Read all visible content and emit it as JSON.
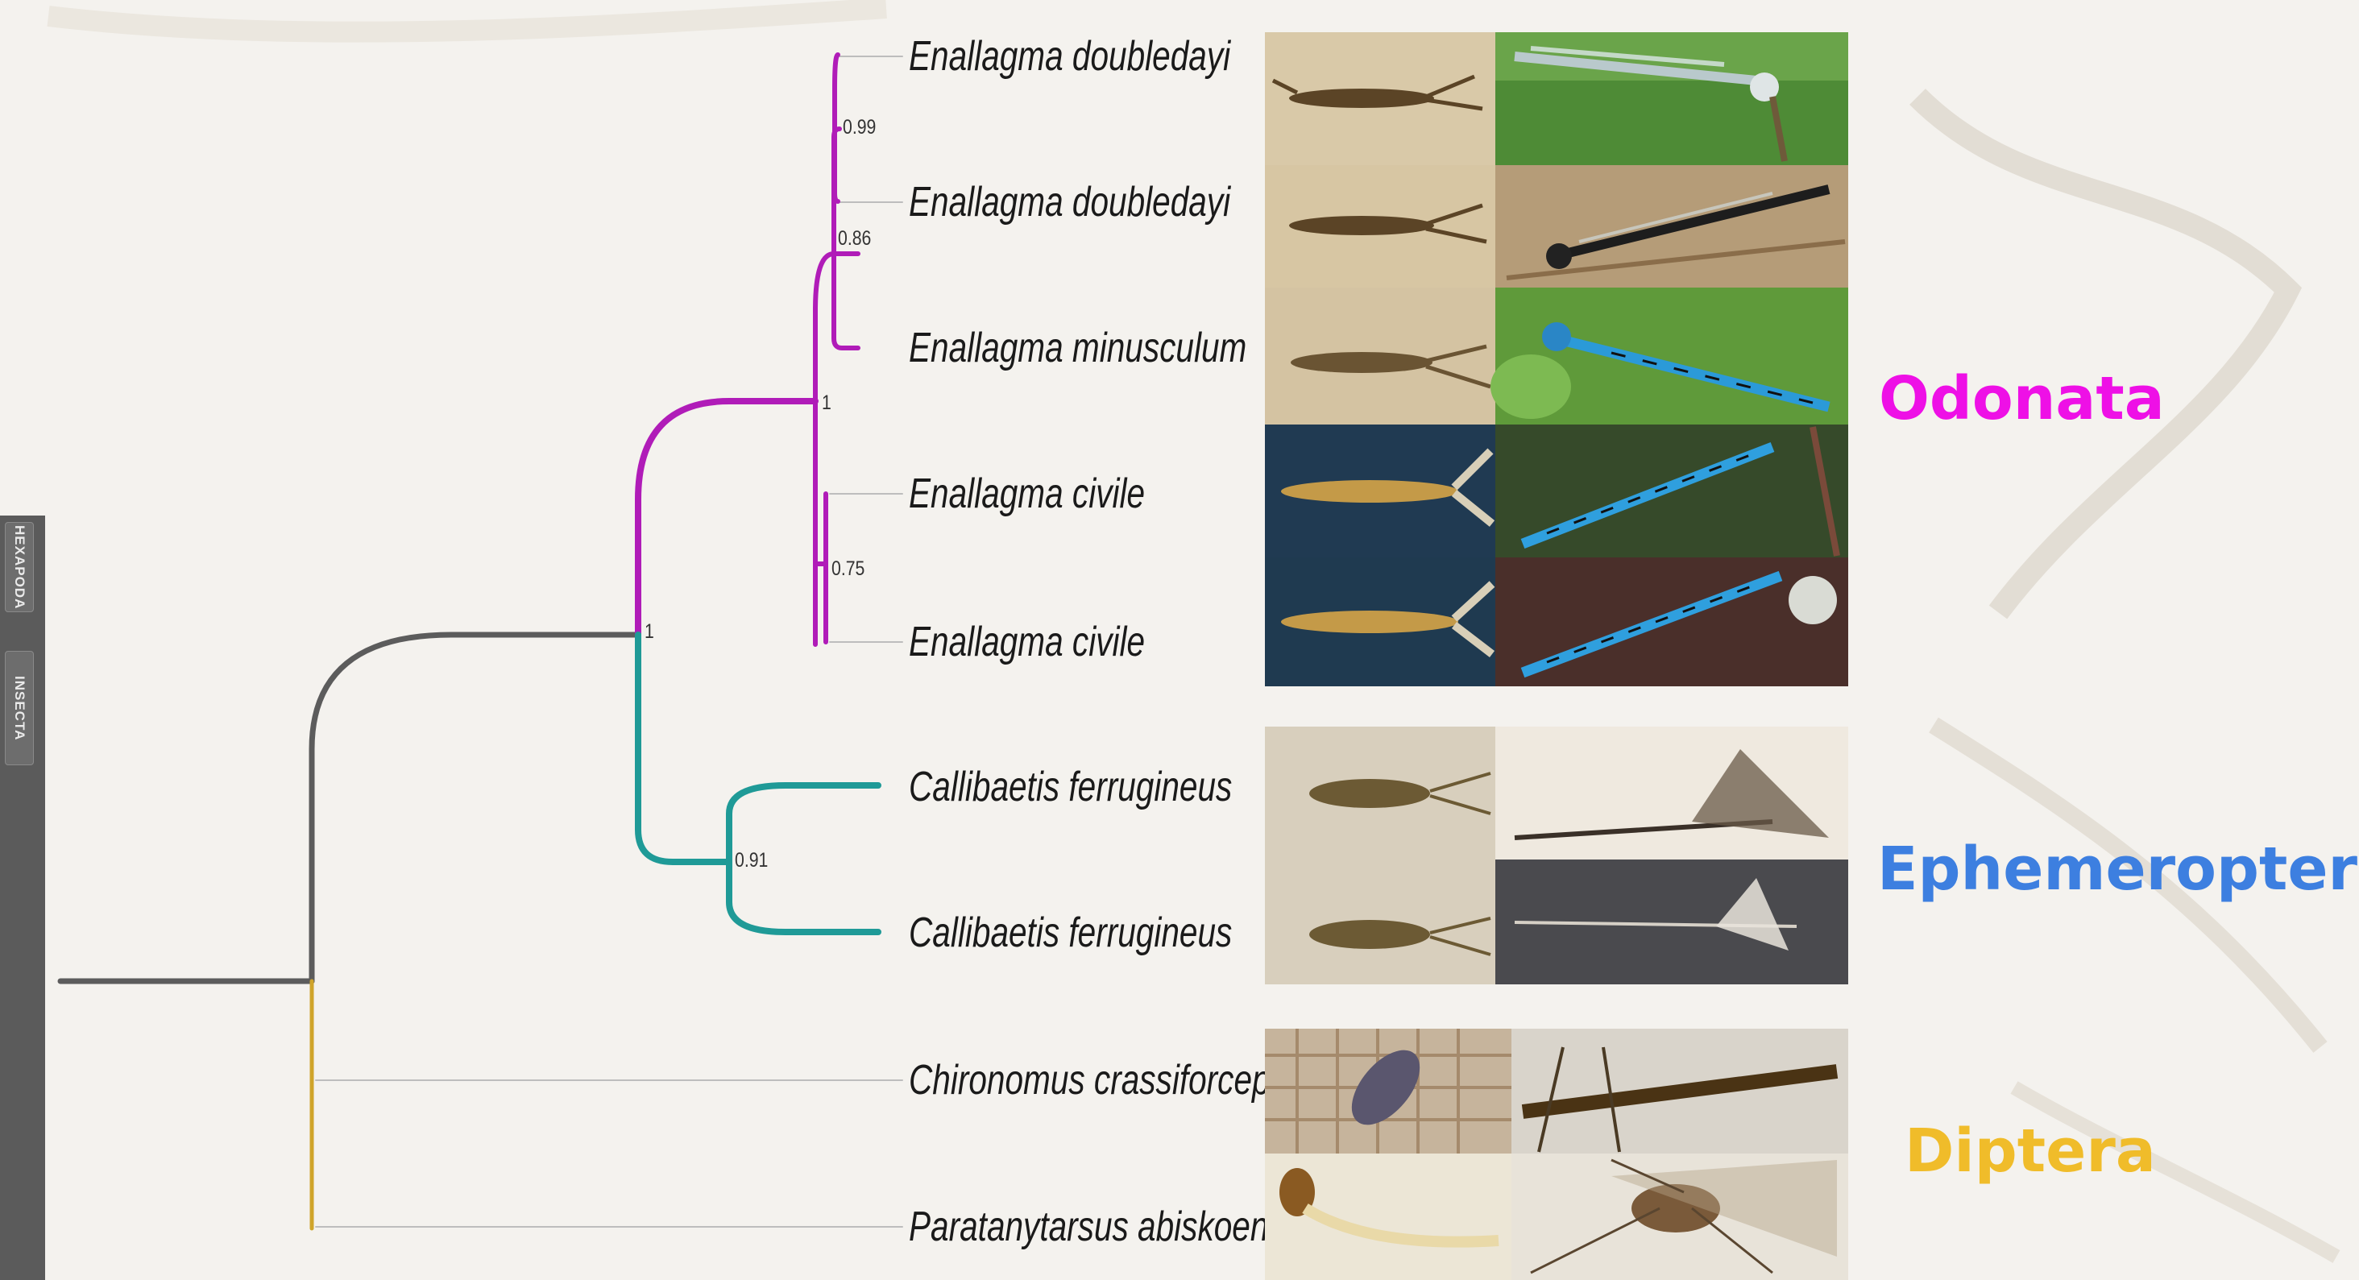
{
  "side_tabs": [
    "HEXAPODA",
    "INSECTA"
  ],
  "taxa": [
    "Enallagma doubledayi",
    "Enallagma doubledayi",
    "Enallagma minusculum",
    "Enallagma civile",
    "Enallagma civile",
    "Callibaetis ferrugineus",
    "Callibaetis ferrugineus",
    "Chironomus crassiforceps",
    "Paratanytarsus abiskoensis"
  ],
  "supports": [
    "0.99",
    "0.86",
    "1",
    "0.75",
    "1",
    "0.91"
  ],
  "groups": [
    {
      "label": "Odonata",
      "color": "#ee10e6"
    },
    {
      "label": "Ephemeroptera",
      "color": "#3d7fe0"
    },
    {
      "label": "Diptera",
      "color": "#f0bc2a"
    }
  ],
  "colors": {
    "stem": "#5c5c5c",
    "odonata_branch": "#b01cb8",
    "ephemeroptera_branch": "#1f9a97",
    "diptera_branch": "#cfa42a",
    "leader": "#bdbdbd"
  }
}
